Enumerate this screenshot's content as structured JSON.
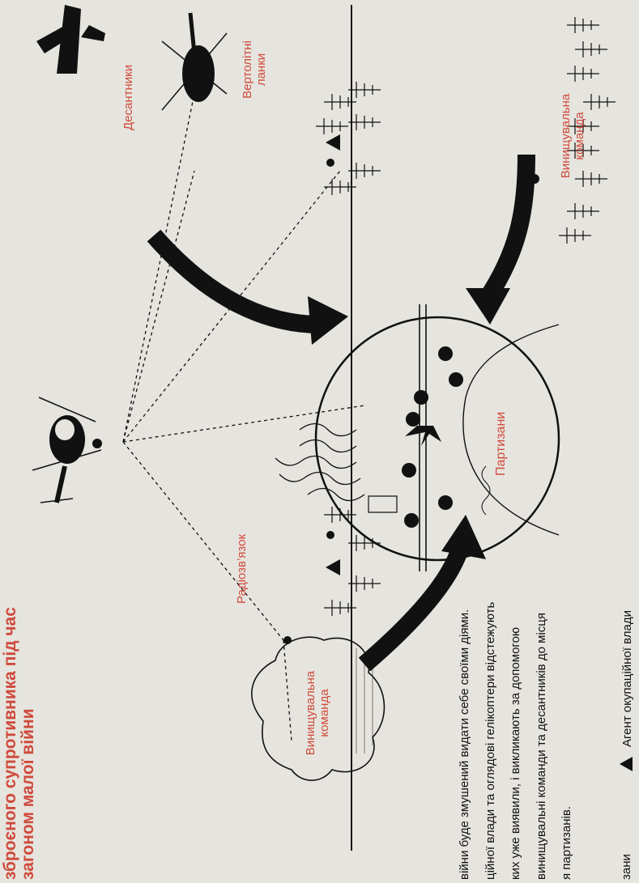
{
  "title": {
    "line1": "зброєного супротивника під час",
    "line2": "загоном малої війни"
  },
  "labels": {
    "paratroopers": "Десантники",
    "helicopter_units": "Вертолітні ланки",
    "radio_link": "Радіозв’язок",
    "destroyer_team_left": "Винищувальна команда",
    "destroyer_team_right": "Винищувальна команда",
    "partisans": "Партизани"
  },
  "description": {
    "line1": "війни буде змушений видати себе своїми діями.",
    "line2": "ційної влади та оглядові гелікоптери відстежують",
    "line3": "ких уже виявили, і викликають за допомогою",
    "line4": "винищувальні команди та десантників до місця",
    "line5": "я партизанів."
  },
  "legend": {
    "item1": "зани",
    "item2": "Агент окупаційної влади"
  },
  "colors": {
    "accent": "#cf4a3c",
    "ink": "#111111",
    "paper": "#e6e4de"
  }
}
